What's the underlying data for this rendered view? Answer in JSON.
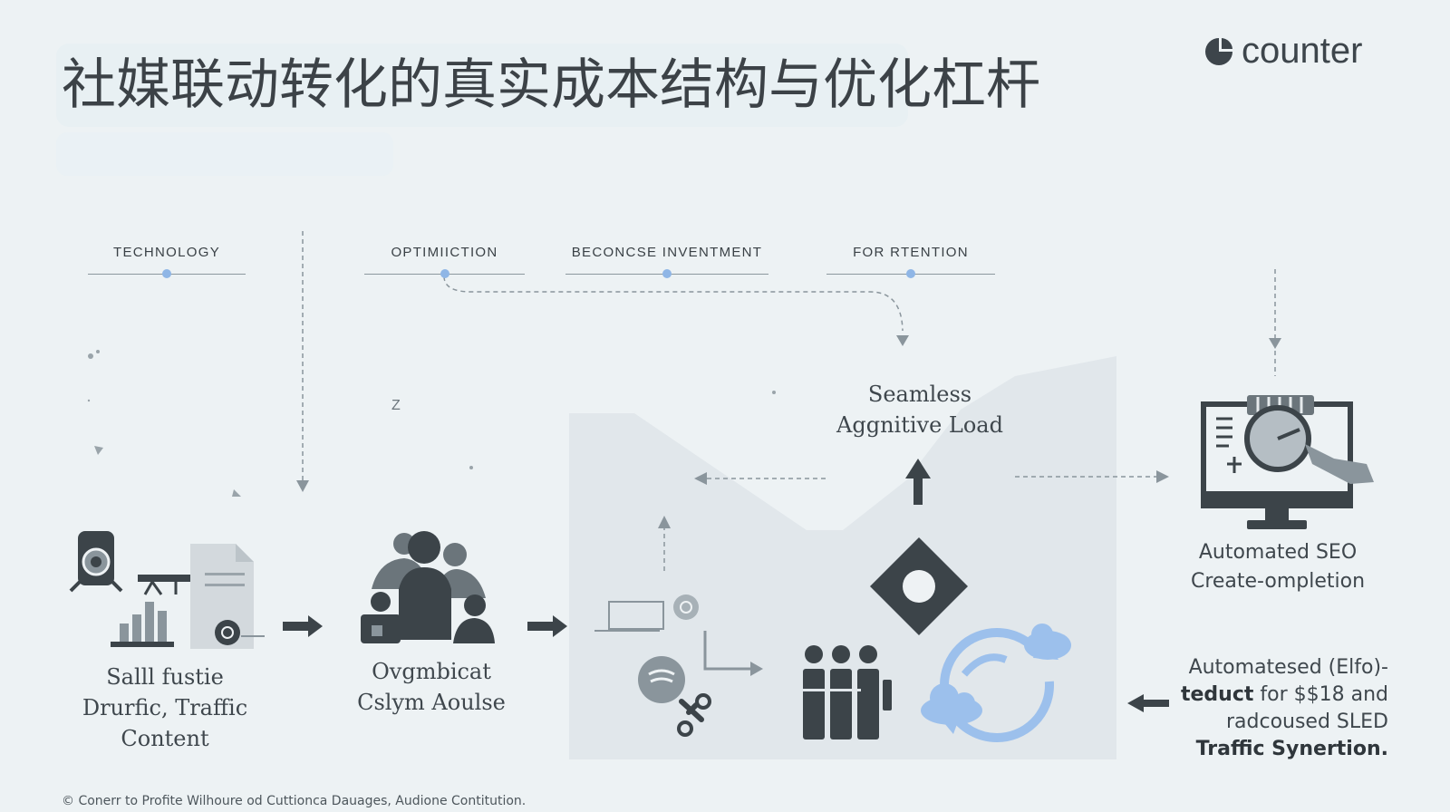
{
  "title": "社媒联动转化的真实成本结构与优化杠杆",
  "brand": {
    "name": "counter"
  },
  "tabs": [
    {
      "label": "TECHNOLOGY"
    },
    {
      "label": "OPTIMIICTION"
    },
    {
      "label": "BECONCSE INVENTMENT"
    },
    {
      "label": "FOR RTENTION"
    }
  ],
  "nodes": {
    "seamless": {
      "line1": "Seamless",
      "line2": "Aggnitive Load"
    },
    "left": {
      "line1": "Salll fustie",
      "line2": "Drurfic, Traffic",
      "line3": "Content"
    },
    "middle": {
      "line1": "Ovgmbicat",
      "line2": "Cslym Aoulse"
    },
    "seo": {
      "line1": "Automated SEO",
      "line2": "Create-ompletion"
    }
  },
  "right_text": {
    "line1": "Automatesed (Elfo)-",
    "line2_bold": "teduct",
    "line2_rest": " for $$18 and",
    "line3": "radcoused SLED",
    "line4": "Traffic Synertion."
  },
  "stray_mark": "Z",
  "footer": "© Conerr to Profite Wilhoure od Cuttionca Dauages, Audione Contitution.",
  "colors": {
    "background": "#edf2f4",
    "accent": "#8fb6e6",
    "icon_dark": "#3c4449",
    "icon_mid": "#8a959c",
    "panel": "#e1e7eb"
  }
}
